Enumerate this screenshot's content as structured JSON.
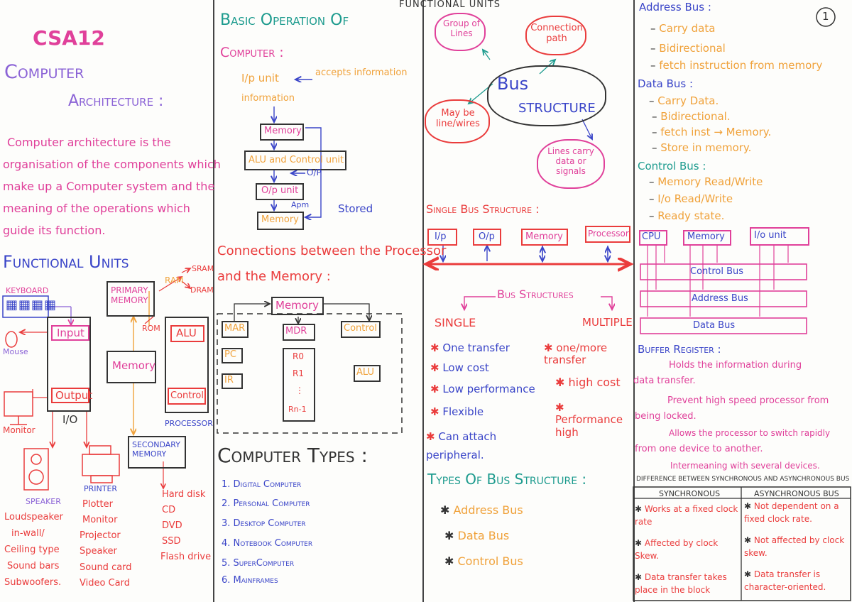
{
  "page_number": "1",
  "col1": {
    "course": "CSA12",
    "title_line1": "Computer",
    "title_line2": "Architecture :",
    "definition": [
      "Computer architecture is the",
      "organisation of the components which",
      "make up a Computer system and the",
      "meaning of the operations which",
      "guide its function."
    ],
    "functional_units_title": "Functional Units",
    "labels": {
      "keyboard": "Keyboard",
      "mouse": "Mouse",
      "monitor": "Monitor",
      "speaker": "Speaker",
      "printer": "Printer",
      "input": "Input",
      "output": "Output",
      "io": "I/O",
      "primary_memory": "Primary Memory",
      "memory": "Memory",
      "ram": "RAM",
      "sram": "SRAM",
      "dram": "DRAM",
      "rom": "ROM",
      "alu": "ALU",
      "control": "Control",
      "processor": "Processor",
      "secondary_memory": "Secondary Memory"
    },
    "speaker_list": [
      "Loudspeaker",
      "in-wall/",
      "Ceiling type",
      "Sound bars",
      "Subwoofers."
    ],
    "printer_list": [
      "Plotter",
      "Monitor",
      "Projector",
      "Speaker",
      "Sound card",
      "Video Card"
    ],
    "storage_list": [
      "Hard disk",
      "CD",
      "DVD",
      "SSD",
      "Flash drive"
    ]
  },
  "col2": {
    "title_line1": "Basic Operation Of",
    "title_line2": "Computer :",
    "ip_unit": "I/p unit",
    "accepts": "accepts information",
    "information": "information",
    "flow": [
      "Memory",
      "ALU and Control unit",
      "O/p unit",
      "Memory"
    ],
    "op": "O/P",
    "apm": "Apm",
    "stored": "Stored",
    "conn_title_line1": "Connections between the Processor",
    "conn_title_line2": "and the Memory :",
    "registers": {
      "memory": "Memory",
      "mar": "MAR",
      "mdr": "MDR",
      "control": "Control",
      "pc": "PC",
      "ir": "IR",
      "alu": "ALU",
      "r": [
        "R0",
        "R1",
        "⋮",
        "Rn-1"
      ]
    },
    "types_title": "Computer Types :",
    "types": [
      "1. Digital Computer",
      "2. Personal Computer",
      "3. Desktop Computer",
      "4. Notebook Computer",
      "5. SuperComputer",
      "6. Mainframes"
    ]
  },
  "col3": {
    "heading": "Functional Units",
    "bus1": "Bus",
    "bus2": "Structure",
    "clouds": [
      "Group of Lines",
      "Connection path",
      "May be line/wires",
      "Lines carry data or signals"
    ],
    "single_bus_title": "Single Bus Structure :",
    "single_boxes": [
      "I/p",
      "O/p",
      "Memory",
      "Processor"
    ],
    "bus_structures": "Bus Structures",
    "single": "Single",
    "multiple": "Multiple",
    "single_points": [
      "One transfer",
      "Low cost",
      "Low performance",
      "Flexible",
      "Can attach peripheral."
    ],
    "multiple_points": [
      "one/more transfer",
      "high cost",
      "Performance high"
    ],
    "types_title": "Types Of Bus Structure :",
    "types": [
      "Address Bus",
      "Data Bus",
      "Control Bus"
    ]
  },
  "col4": {
    "address_bus": "Address Bus :",
    "address_points": [
      "Carry data",
      "Bidirectional",
      "fetch instruction from memory"
    ],
    "data_bus": "Data Bus :",
    "data_points": [
      "Carry Data.",
      "Bidirectional.",
      "fetch inst → Memory.",
      "Store in memory."
    ],
    "control_bus": "Control Bus :",
    "control_points": [
      "Memory Read/Write",
      "I/o Read/Write",
      "Ready state."
    ],
    "bus_boxes": [
      "CPU",
      "Memory",
      "I/o unit"
    ],
    "bus_lines": [
      "Control Bus",
      "Address Bus",
      "Data Bus"
    ],
    "buffer_title": "Buffer Register :",
    "buffer_text": [
      "Holds the information during",
      "data transfer.",
      "Prevent high speed processor from",
      "being locked.",
      "Allows the processor to switch rapidly",
      "from one device to another.",
      "Intermeaning with several devices."
    ],
    "diff_title": "Difference between Synchronous and Asynchronous Bus",
    "table_headers": [
      "Synchronous",
      "Asynchronous bus"
    ],
    "table_rows": [
      [
        "Works at a fixed clock rate",
        "Not dependent on a fixed clock rate."
      ],
      [
        "Affected by clock Skew.",
        "Not affected by clock skew."
      ],
      [
        "Data transfer takes place in the block",
        "Data transfer is character-oriented."
      ]
    ]
  }
}
